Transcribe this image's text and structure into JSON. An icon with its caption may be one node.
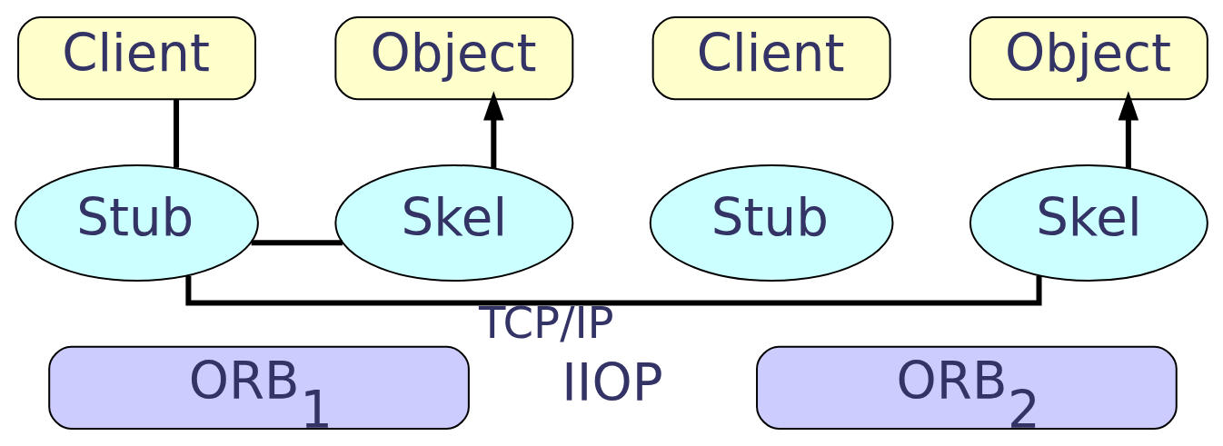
{
  "diagram": {
    "nodes": [
      {
        "text": [
          "Client"
        ]
      },
      {
        "text": [
          "Object"
        ]
      },
      {
        "text": [
          "Client"
        ]
      },
      {
        "text": [
          "Object"
        ]
      },
      {
        "text": [
          "Stub"
        ]
      },
      {
        "text": [
          "Skel"
        ]
      },
      {
        "text": [
          "Stub"
        ]
      },
      {
        "text": [
          "Skel"
        ]
      },
      {
        "text": [
          "ORB$_{1}$"
        ]
      },
      {
        "text": [
          "ORB$_{2}$"
        ]
      }
    ],
    "edges": [
      {
        "from": 0,
        "to": 4,
        "arrow": "none"
      },
      {
        "from": 5,
        "to": 1,
        "arrow": "to"
      },
      {
        "from": 7,
        "to": 3,
        "arrow": "to"
      },
      {
        "from": 4,
        "to": 5,
        "arrow": "none"
      },
      {
        "from": 4,
        "to": 7,
        "arrow": "none",
        "label": "TCP/IP"
      }
    ],
    "labels": [
      "IIOP"
    ]
  }
}
